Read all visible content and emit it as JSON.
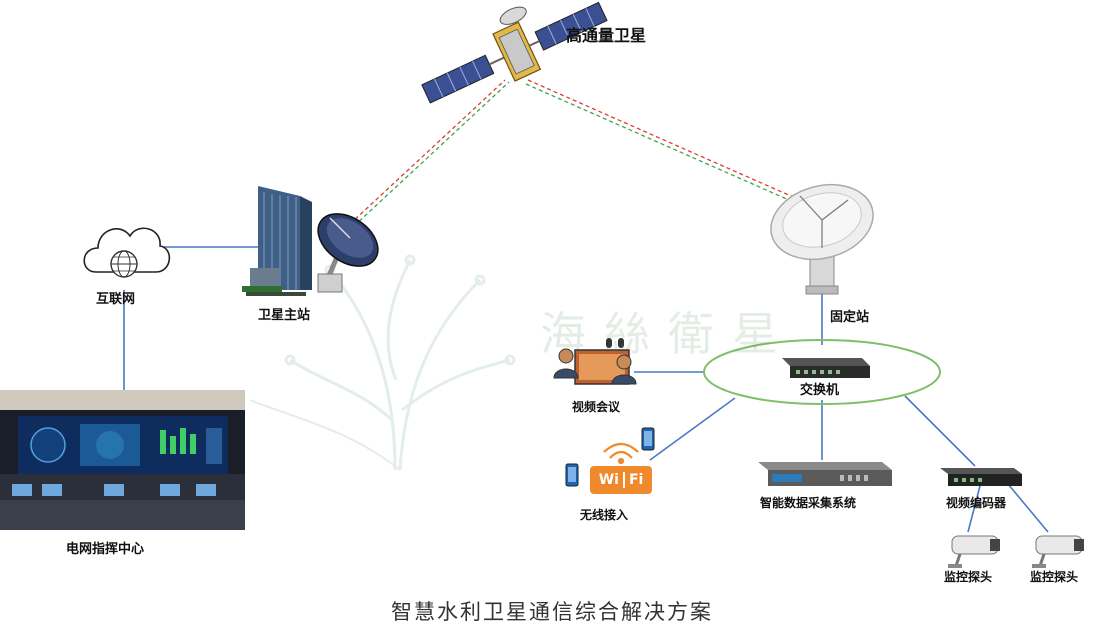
{
  "nodes": {
    "satellite": "高通量卫星",
    "main_station": "卫星主站",
    "internet": "互联网",
    "command_center": "电网指挥中心",
    "fixed_station": "固定站",
    "switch": "交换机",
    "video_conference": "视频会议",
    "wireless_access": "无线接入",
    "data_collection": "智能数据采集系统",
    "video_encoder": "视频编码器",
    "camera_1": "监控探头",
    "camera_2": "监控探头"
  },
  "wifi_badge": {
    "left": "Wi",
    "right": "Fi"
  },
  "watermark": "海絲衛星",
  "caption": "智慧水利卫星通信综合解决方案",
  "colors": {
    "link_line": "#4a78c8",
    "sat_link_red": "#e03a3a",
    "sat_link_green": "#3aa84a",
    "switch_ellipse": "#7fbf6a",
    "wifi_orange": "#f0892b"
  },
  "icons": [
    "satellite-icon",
    "building-icon",
    "dish-icon",
    "cloud-globe-icon",
    "screen-wall-icon",
    "switch-icon",
    "rack-device-icon",
    "camera-icon",
    "phone-icon",
    "wifi-icon",
    "video-conference-icon"
  ]
}
